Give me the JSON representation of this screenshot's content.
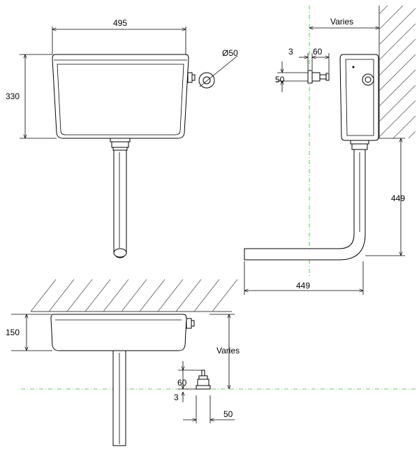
{
  "front_view": {
    "width_label": "495",
    "height_label": "330",
    "inlet_diameter_label": "Ø50"
  },
  "side_view": {
    "wall_offset_label": "Varies",
    "inlet_gap_label": "3",
    "inlet_length_label": "60",
    "inlet_height_label": "50",
    "outlet_drop_label": "449",
    "outlet_reach_label": "449"
  },
  "plan_view": {
    "depth_label": "150",
    "wall_offset_label": "Varies",
    "inlet_length_label": "60",
    "inlet_gap_label": "3",
    "inlet_width_label": "50"
  },
  "colors": {
    "line": "#000000",
    "centerline": "#2fbf2f",
    "hatch": "#555555"
  }
}
